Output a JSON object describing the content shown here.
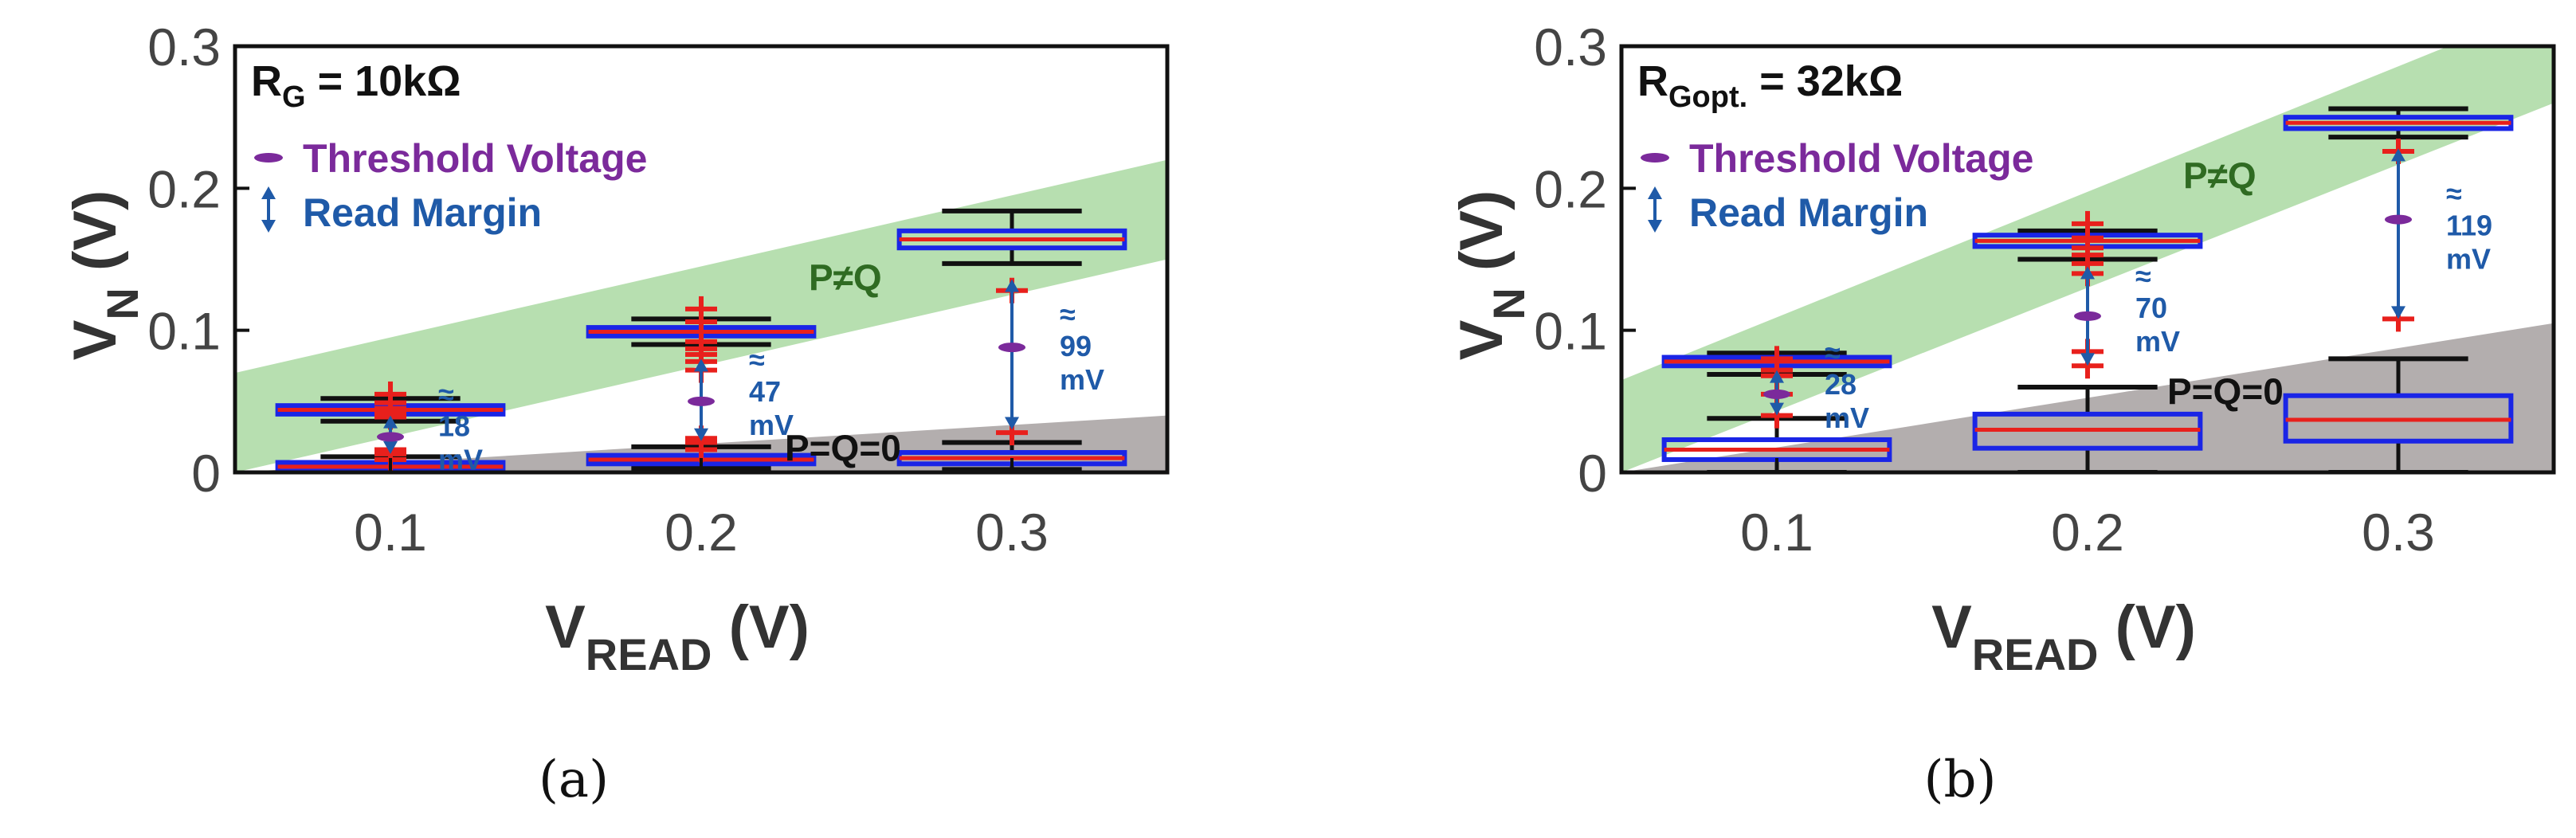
{
  "chart_data": [
    {
      "type": "box",
      "panel_label": "(a)",
      "condition": {
        "main": "R",
        "sub": "G",
        "value": " = 10kΩ"
      },
      "xlabel": {
        "main": "V",
        "sub": "READ",
        "unit": "(V)"
      },
      "ylabel": {
        "main": "V",
        "sub": "N",
        "unit": "(V)"
      },
      "xlim": [
        0.05,
        0.35
      ],
      "ylim": [
        0,
        0.3
      ],
      "xticks": [
        "0.1",
        "0.2",
        "0.3"
      ],
      "yticks": [
        "0",
        "0.1",
        "0.2",
        "0.3"
      ],
      "legend": {
        "threshold": "Threshold Voltage",
        "margin": "Read Margin"
      },
      "region_labels": {
        "pq": "P≠Q",
        "zero": "P=Q=0"
      },
      "band_pq": [
        [
          0.05,
          0.0,
          0.07
        ],
        [
          0.35,
          0.15,
          0.22
        ]
      ],
      "band_zero": [
        [
          0.05,
          0.0
        ],
        [
          0.35,
          0.04
        ]
      ],
      "groups": [
        {
          "x": 0.1,
          "upper": {
            "q1": 0.041,
            "median": 0.044,
            "q3": 0.047,
            "wlo": 0.036,
            "whi": 0.052,
            "outliers": [
              0.039,
              0.042,
              0.045,
              0.049,
              0.055
            ]
          },
          "lower": {
            "q1": 0.001,
            "median": 0.004,
            "q3": 0.007,
            "wlo": 0.0,
            "whi": 0.011,
            "outliers": [
              0.009,
              0.013,
              0.016
            ]
          },
          "threshold": 0.025,
          "margin": {
            "low": 0.013,
            "high": 0.04,
            "value": "18",
            "unit": "mV"
          }
        },
        {
          "x": 0.2,
          "upper": {
            "q1": 0.096,
            "median": 0.099,
            "q3": 0.102,
            "wlo": 0.09,
            "whi": 0.108,
            "outliers": [
              0.072,
              0.078,
              0.083,
              0.087,
              0.092,
              0.106,
              0.115
            ]
          },
          "lower": {
            "q1": 0.006,
            "median": 0.009,
            "q3": 0.012,
            "wlo": 0.003,
            "whi": 0.018,
            "outliers": [
              0.016,
              0.021,
              0.024
            ]
          },
          "threshold": 0.05,
          "margin": {
            "low": 0.022,
            "high": 0.08,
            "value": "47",
            "unit": "mV"
          }
        },
        {
          "x": 0.3,
          "upper": {
            "q1": 0.158,
            "median": 0.164,
            "q3": 0.17,
            "wlo": 0.147,
            "whi": 0.184,
            "outliers": [
              0.128
            ]
          },
          "lower": {
            "q1": 0.006,
            "median": 0.01,
            "q3": 0.014,
            "wlo": 0.002,
            "whi": 0.021,
            "outliers": [
              0.028
            ]
          },
          "threshold": 0.088,
          "margin": {
            "low": 0.03,
            "high": 0.136,
            "value": "99",
            "unit": "mV"
          }
        }
      ]
    },
    {
      "type": "box",
      "panel_label": "(b)",
      "condition": {
        "main": "R",
        "sub": "Gopt.",
        "value": " = 32kΩ"
      },
      "xlabel": {
        "main": "V",
        "sub": "READ",
        "unit": "(V)"
      },
      "ylabel": {
        "main": "V",
        "sub": "N",
        "unit": "(V)"
      },
      "xlim": [
        0.05,
        0.35
      ],
      "ylim": [
        0,
        0.3
      ],
      "xticks": [
        "0.1",
        "0.2",
        "0.3"
      ],
      "yticks": [
        "0",
        "0.1",
        "0.2",
        "0.3"
      ],
      "legend": {
        "threshold": "Threshold Voltage",
        "margin": "Read Margin"
      },
      "region_labels": {
        "pq": "P≠Q",
        "zero": "P=Q=0"
      },
      "band_pq": [
        [
          0.05,
          0.0,
          0.065
        ],
        [
          0.35,
          0.26,
          0.33
        ]
      ],
      "band_zero": [
        [
          0.05,
          0.0
        ],
        [
          0.35,
          0.105
        ]
      ],
      "groups": [
        {
          "x": 0.1,
          "upper": {
            "q1": 0.075,
            "median": 0.078,
            "q3": 0.081,
            "wlo": 0.069,
            "whi": 0.084,
            "outliers": [
              0.04,
              0.055,
              0.068,
              0.072,
              0.08
            ]
          },
          "lower": {
            "q1": 0.009,
            "median": 0.016,
            "q3": 0.023,
            "wlo": 0.0,
            "whi": 0.038,
            "outliers": []
          },
          "threshold": 0.055,
          "margin": {
            "low": 0.04,
            "high": 0.072,
            "value": "28",
            "unit": "mV"
          }
        },
        {
          "x": 0.2,
          "upper": {
            "q1": 0.159,
            "median": 0.163,
            "q3": 0.167,
            "wlo": 0.15,
            "whi": 0.17,
            "outliers": [
              0.075,
              0.085,
              0.14,
              0.147,
              0.153,
              0.158,
              0.165,
              0.175
            ]
          },
          "lower": {
            "q1": 0.017,
            "median": 0.03,
            "q3": 0.041,
            "wlo": 0.0,
            "whi": 0.06,
            "outliers": []
          },
          "threshold": 0.11,
          "margin": {
            "low": 0.075,
            "high": 0.145,
            "value": "70",
            "unit": "mV"
          }
        },
        {
          "x": 0.3,
          "upper": {
            "q1": 0.242,
            "median": 0.246,
            "q3": 0.25,
            "wlo": 0.236,
            "whi": 0.256,
            "outliers": [
              0.108,
              0.226
            ]
          },
          "lower": {
            "q1": 0.022,
            "median": 0.037,
            "q3": 0.054,
            "wlo": 0.0,
            "whi": 0.08,
            "outliers": []
          },
          "threshold": 0.178,
          "margin": {
            "low": 0.108,
            "high": 0.228,
            "value": "119",
            "unit": "mV"
          }
        }
      ]
    }
  ],
  "colors": {
    "pq_band": "#b7dfb0",
    "zero_band": "#b3aeae",
    "box_edge": "#1a25e6",
    "median": "#e8201c",
    "whisker": "#111111",
    "outlier": "#e8201c",
    "threshold": "#7b2a9b",
    "margin": "#1f5aa8",
    "pq_text": "#2f6b22",
    "zero_text": "#111111",
    "legend_threshold": "#7b2a9b",
    "legend_margin": "#1f5aa8",
    "axis_text": "#444444"
  }
}
